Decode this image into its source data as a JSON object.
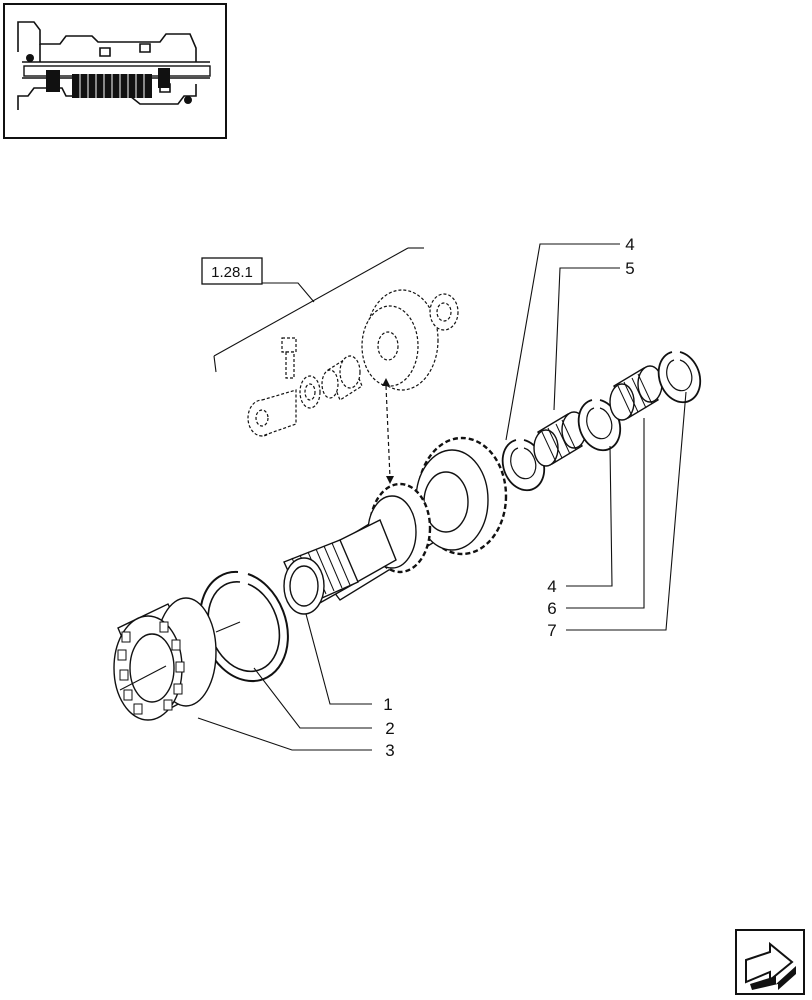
{
  "reference_box": {
    "label": "1.28.1"
  },
  "callouts": [
    {
      "id": "c1",
      "text": "1"
    },
    {
      "id": "c2",
      "text": "2"
    },
    {
      "id": "c3",
      "text": "3"
    },
    {
      "id": "c4a",
      "text": "4"
    },
    {
      "id": "c5",
      "text": "5"
    },
    {
      "id": "c4b",
      "text": "4"
    },
    {
      "id": "c6",
      "text": "6"
    },
    {
      "id": "c7",
      "text": "7"
    }
  ],
  "icons": {
    "thumbnail": "transmission-overview-icon",
    "nav": "next-page-arrow-icon"
  }
}
